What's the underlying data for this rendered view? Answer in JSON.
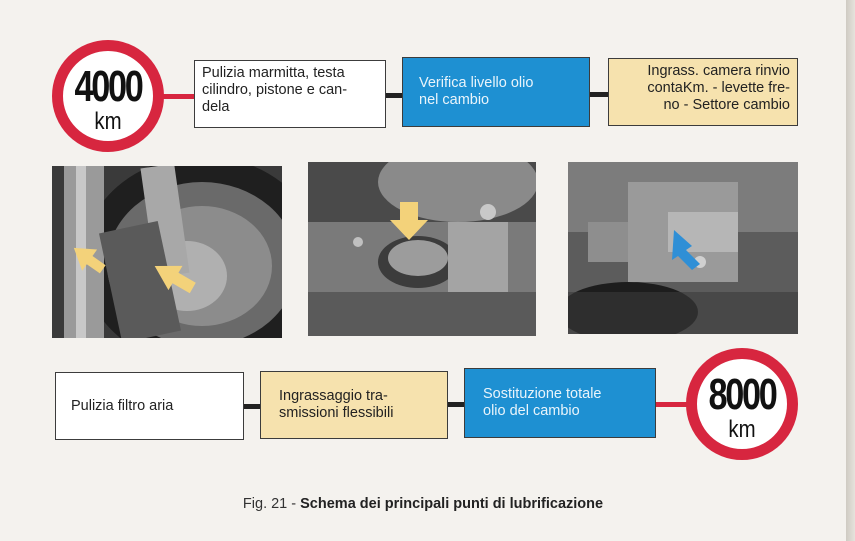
{
  "badges": {
    "top": {
      "number": "4000",
      "unit": "km"
    },
    "bottom": {
      "number": "8000",
      "unit": "km"
    }
  },
  "top_row": {
    "box1": "Pulizia marmitta, testa\ncilindro, pistone e can-\ndela",
    "box2": "Verifica livello olio\nnel cambio",
    "box3": "Ingrass. camera rinvio\ncontaKm. - levette fre-\nno - Settore cambio"
  },
  "bottom_row": {
    "box1": "Pulizia filtro aria",
    "box2": "Ingrassaggio tra-\nsmissioni flessibili",
    "box3": "Sostituzione totale\nolio del cambio"
  },
  "caption": {
    "fig": "Fig. 21 - ",
    "title": "Schema dei principali punti di lubrificazione"
  },
  "colors": {
    "badge_ring": "#d7263f",
    "box_blue": "#1e90d2",
    "box_cream": "#f6e2ae",
    "arrow_yellow": "#f3d27a",
    "arrow_blue": "#2f8fd6"
  }
}
